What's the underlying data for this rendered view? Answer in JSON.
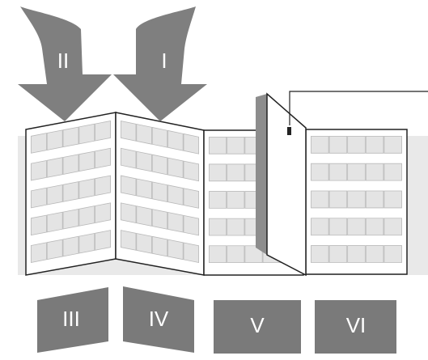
{
  "colors": {
    "arrow_fill": "#7f7f7f",
    "label_fill": "#7a7a7a",
    "backdrop": "#e9e9e9",
    "panel": "#ffffff",
    "cell": "#e4e4e4",
    "outline": "#222222",
    "flap": "#d6d6d6",
    "fold_strip": "#8d8d8d"
  },
  "arrows": [
    {
      "label": "II"
    },
    {
      "label": "I"
    }
  ],
  "labels": [
    {
      "label": "III"
    },
    {
      "label": "IV"
    },
    {
      "label": "V"
    },
    {
      "label": "VI"
    }
  ]
}
